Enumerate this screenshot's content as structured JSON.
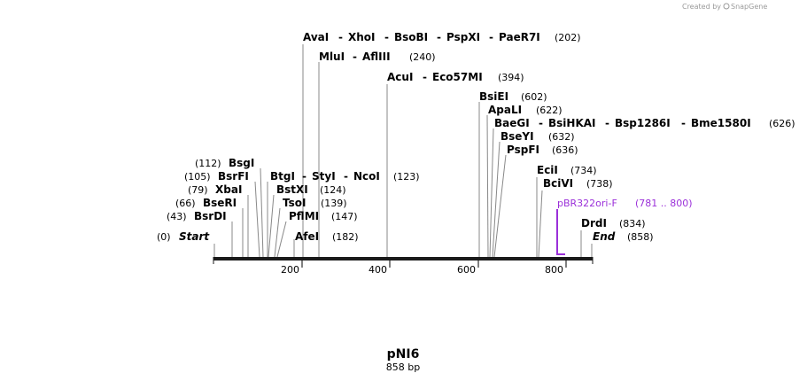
{
  "plasmid": {
    "name": "pNI6",
    "size_label": "858 bp",
    "length": 858
  },
  "credit": {
    "prefix": "Created by",
    "brand": "SnapGene"
  },
  "axis_ticks": [
    "200",
    "400",
    "600",
    "800"
  ],
  "colors": {
    "feature": "#9b30d9",
    "line": "#888888",
    "backbone": "#1a1a1a"
  },
  "enzyme_groups": [
    {
      "pos": 0,
      "names": [
        "Start"
      ],
      "label": "(0)",
      "italic": true
    },
    {
      "pos": 43,
      "names": [
        "BsrDI"
      ],
      "label": "(43)"
    },
    {
      "pos": 66,
      "names": [
        "BseRI"
      ],
      "label": "(66)"
    },
    {
      "pos": 79,
      "names": [
        "XbaI"
      ],
      "label": "(79)"
    },
    {
      "pos": 105,
      "names": [
        "BsrFI"
      ],
      "label": "(105)"
    },
    {
      "pos": 112,
      "names": [
        "BsgI"
      ],
      "label": "(112)"
    },
    {
      "pos": 123,
      "names": [
        "BtgI",
        "StyI",
        "NcoI"
      ],
      "label": "(123)"
    },
    {
      "pos": 124,
      "names": [
        "BstXI"
      ],
      "label": "(124)"
    },
    {
      "pos": 139,
      "names": [
        "TsoI"
      ],
      "label": "(139)"
    },
    {
      "pos": 147,
      "names": [
        "PflMI"
      ],
      "label": "(147)"
    },
    {
      "pos": 182,
      "names": [
        "AfeI"
      ],
      "label": "(182)"
    },
    {
      "pos": 202,
      "names": [
        "AvaI",
        "XhoI",
        "BsoBI",
        "PspXI",
        "PaeR7I"
      ],
      "label": "(202)"
    },
    {
      "pos": 240,
      "names": [
        "MluI",
        "AflIII"
      ],
      "label": "(240)"
    },
    {
      "pos": 394,
      "names": [
        "AcuI",
        "Eco57MI"
      ],
      "label": "(394)"
    },
    {
      "pos": 602,
      "names": [
        "BsiEI"
      ],
      "label": "(602)"
    },
    {
      "pos": 622,
      "names": [
        "ApaLI"
      ],
      "label": "(622)"
    },
    {
      "pos": 626,
      "names": [
        "BaeGI",
        "BsiHKAI",
        "Bsp1286I",
        "Bme1580I"
      ],
      "label": "(626)"
    },
    {
      "pos": 632,
      "names": [
        "BseYI"
      ],
      "label": "(632)"
    },
    {
      "pos": 636,
      "names": [
        "PspFI"
      ],
      "label": "(636)"
    },
    {
      "pos": 734,
      "names": [
        "EciI"
      ],
      "label": "(734)"
    },
    {
      "pos": 738,
      "names": [
        "BciVI"
      ],
      "label": "(738)"
    },
    {
      "pos": 834,
      "names": [
        "DrdI"
      ],
      "label": "(834)"
    },
    {
      "pos": 858,
      "names": [
        "End"
      ],
      "label": "(858)",
      "italic": true
    }
  ],
  "feature": {
    "name": "pBR322ori-F",
    "range": "(781 .. 800)",
    "start": 781,
    "end": 800
  }
}
